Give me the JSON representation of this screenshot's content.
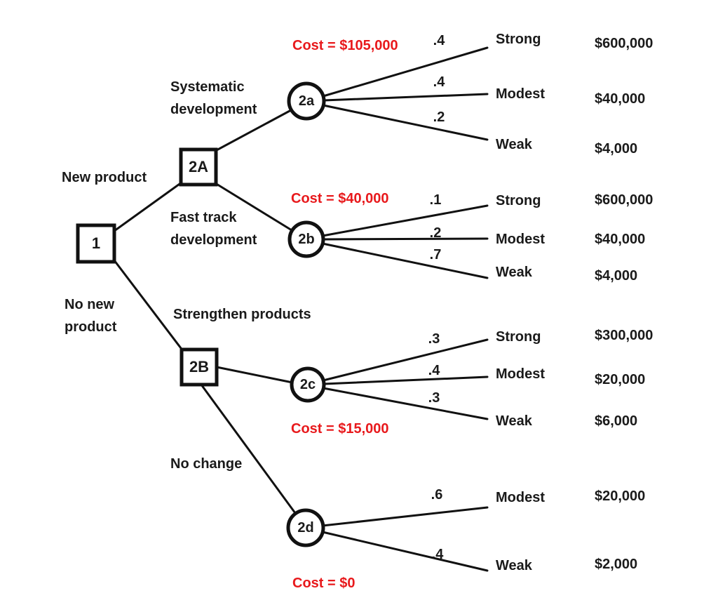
{
  "colors": {
    "ink": "#1a1a1a",
    "cost_red": "#e8191c"
  },
  "decision": {
    "root_label": "1",
    "branches": [
      {
        "label": "New product",
        "node_label": "2A"
      },
      {
        "label": "No new\nproduct",
        "node_label": "2B"
      }
    ]
  },
  "chance_groups": [
    {
      "action": "Systematic\ndevelopment",
      "node": "2a",
      "cost": "Cost = $105,000",
      "rows": [
        {
          "p": ".4",
          "outcome": "Strong",
          "payoff": "$600,000"
        },
        {
          "p": ".4",
          "outcome": "Modest",
          "payoff": "$40,000"
        },
        {
          "p": ".2",
          "outcome": "Weak",
          "payoff": "$4,000"
        }
      ]
    },
    {
      "action": "Fast track\ndevelopment",
      "node": "2b",
      "cost": "Cost = $40,000",
      "rows": [
        {
          "p": ".1",
          "outcome": "Strong",
          "payoff": "$600,000"
        },
        {
          "p": ".2",
          "outcome": "Modest",
          "payoff": "$40,000"
        },
        {
          "p": ".7",
          "outcome": "Weak",
          "payoff": "$4,000"
        }
      ]
    },
    {
      "action": "Strengthen products",
      "node": "2c",
      "cost": "Cost = $15,000",
      "rows": [
        {
          "p": ".3",
          "outcome": "Strong",
          "payoff": "$300,000"
        },
        {
          "p": ".4",
          "outcome": "Modest",
          "payoff": "$20,000"
        },
        {
          "p": ".3",
          "outcome": "Weak",
          "payoff": "$6,000"
        }
      ]
    },
    {
      "action": "No change",
      "node": "2d",
      "cost": "Cost = $0",
      "rows": [
        {
          "p": ".6",
          "outcome": "Modest",
          "payoff": "$20,000"
        },
        {
          "p": ".4",
          "outcome": "Weak",
          "payoff": "$2,000"
        }
      ]
    }
  ]
}
